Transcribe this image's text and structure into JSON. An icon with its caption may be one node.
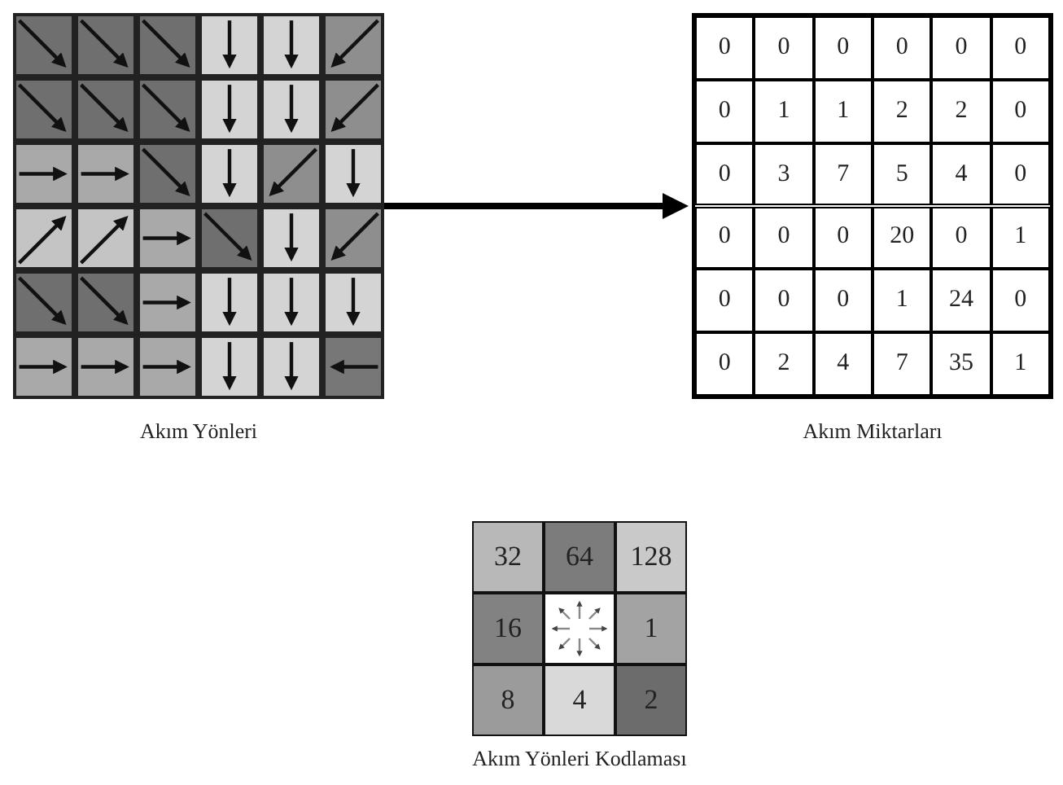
{
  "diagram": {
    "nodes": [
      {
        "text": [],
        "shape": "picture",
        "beside": [
          "Akım Yönleri"
        ]
      },
      {
        "text": [],
        "shape": "box",
        "beside": [
          "Akım Miktarları"
        ]
      }
    ],
    "edges": [
      {
        "from": 0,
        "to": 1,
        "arrow": "to"
      }
    ],
    "labels": [
      "0",
      "0",
      "0",
      "0",
      "0",
      "0",
      "0",
      "1",
      "1",
      "2",
      "2",
      "0",
      "0",
      "3",
      "7",
      "5",
      "4",
      "0",
      "0",
      "0",
      "0",
      "20",
      "0",
      "1",
      "0",
      "0",
      "0",
      "1",
      "24",
      "0",
      "0",
      "2",
      "4",
      "7",
      "35",
      "1",
      "32",
      "64",
      "128",
      "16",
      "1",
      "8",
      "4",
      "2",
      "Akım Yönleri Kodlaması"
    ]
  }
}
